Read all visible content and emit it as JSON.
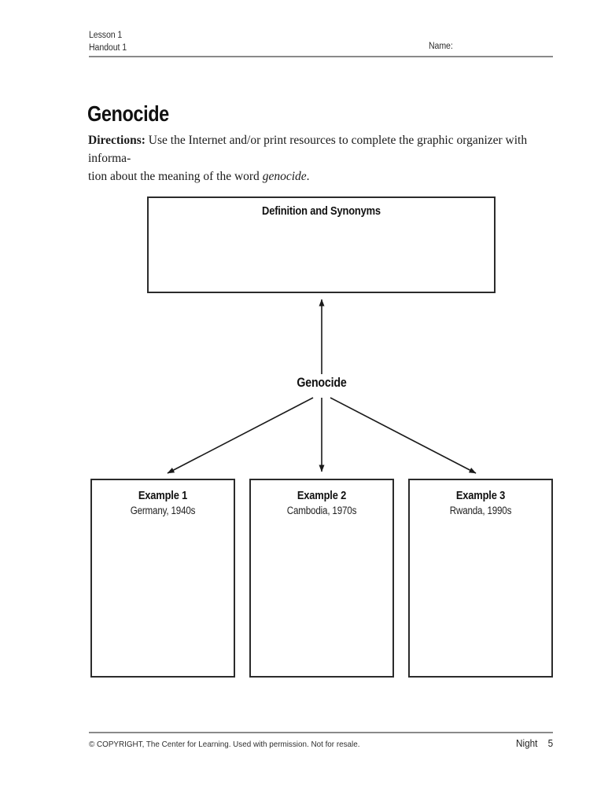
{
  "header": {
    "lesson": "Lesson 1",
    "handout": "Handout 1",
    "name_label": "Name:"
  },
  "title": "Genocide",
  "directions": {
    "label": "Directions:",
    "line1": " Use the Internet and/or print resources to complete the graphic organizer with informa-",
    "line2": "tion about the meaning of the word ",
    "italic_word": "genocide",
    "after": "."
  },
  "organizer": {
    "definition_box_title": "Definition and Synonyms",
    "center_label": "Genocide",
    "examples": [
      {
        "title": "Example 1",
        "subtitle": "Germany, 1940s"
      },
      {
        "title": "Example 2",
        "subtitle": "Cambodia, 1970s"
      },
      {
        "title": "Example 3",
        "subtitle": "Rwanda, 1990s"
      }
    ]
  },
  "footer": {
    "copyright": "© COPYRIGHT, The Center for Learning. Used with permission. Not for resale.",
    "book_title": "Night",
    "page_number": "5"
  },
  "colors": {
    "ink": "#1a1a1a",
    "box_border": "#2b2b2b",
    "rule": "#8a8a8a",
    "background": "#ffffff"
  }
}
